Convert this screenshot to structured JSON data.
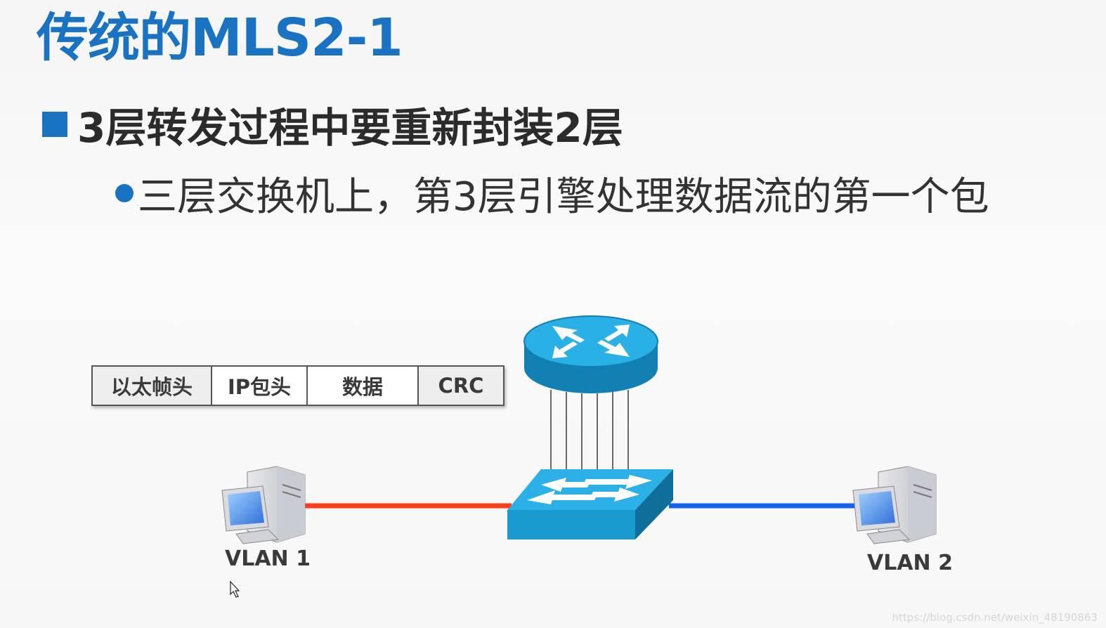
{
  "slide": {
    "title": "传统的MLS2-1",
    "bullet_1": "3层转发过程中要重新封装2层",
    "bullet_2": "三层交换机上，第3层引擎处理数据流的第一个包"
  },
  "packet": {
    "fields": [
      "以太帧头",
      "IP包头",
      "数据",
      "CRC"
    ]
  },
  "network": {
    "host_left_label": "VLAN 1",
    "host_right_label": "VLAN 2",
    "left_link_color": "#ff3b1a",
    "right_link_color": "#1560f0",
    "device_color": "#1a9bd0",
    "router_icon": "router-icon",
    "switch_icon": "switch-icon",
    "host_icon": "workstation-icon"
  },
  "watermark": "https://blog.csdn.net/weixin_48190863"
}
